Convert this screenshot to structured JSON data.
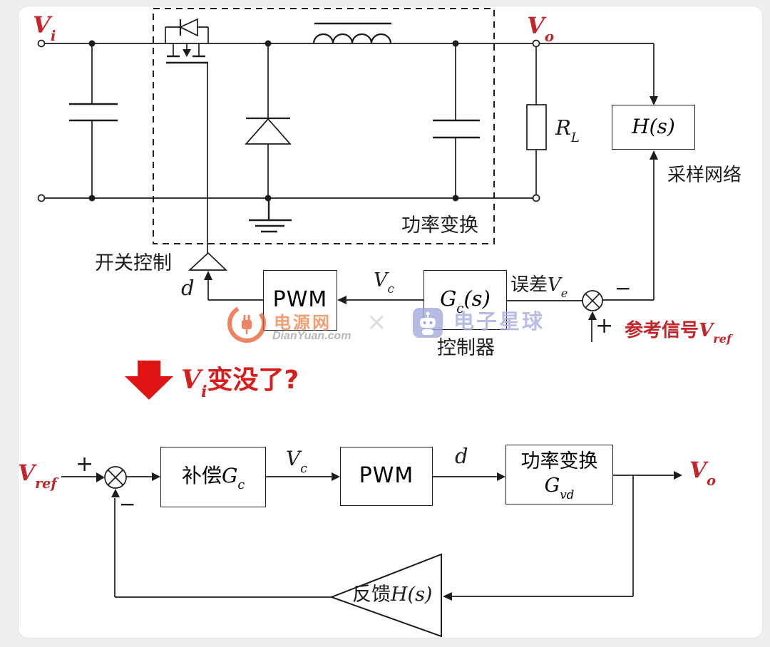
{
  "colors": {
    "line": "#1c1c1c",
    "label_red": "#c3262a",
    "annotation_red": "#e01414",
    "watermark_orange": "#e8653a",
    "watermark_gray": "#b5b5b5",
    "watermark_blue": "#a4aadc"
  },
  "top_circuit": {
    "input_label": {
      "main": "V",
      "sub": "i"
    },
    "output_label": {
      "main": "V",
      "sub": "o"
    },
    "power_stage_label": "功率变换",
    "load_label": {
      "main": "R",
      "sub": "L"
    },
    "sampler_box": "H(s)",
    "sampler_label": "采样网络",
    "switch_control_label": "开关控制",
    "duty_label": "d",
    "pwm_box": "PWM",
    "vc_label": {
      "main": "V",
      "sub": "c"
    },
    "controller_box": {
      "main": "G",
      "sub": "c",
      "suffix": "(s)"
    },
    "controller_label": "控制器",
    "error_label": {
      "prefix": "误差",
      "main": "V",
      "sub": "e"
    },
    "minus": "−",
    "plus": "+",
    "ref_label": {
      "prefix": "参考信号",
      "main": "V",
      "sub": "ref"
    }
  },
  "annotation": {
    "question": {
      "main": "V",
      "sub": "i",
      "suffix": "变没了?"
    }
  },
  "watermarks": {
    "dianyuan": {
      "name": "电源网",
      "domain": "DianYuan.com"
    },
    "separator": "×",
    "ezz": "电子星球"
  },
  "block_diagram": {
    "ref": {
      "main": "V",
      "sub": "ref"
    },
    "plus": "+",
    "minus": "−",
    "compensator": {
      "prefix": "补偿",
      "main": "G",
      "sub": "c"
    },
    "vc": {
      "main": "V",
      "sub": "c"
    },
    "pwm": "PWM",
    "duty": "d",
    "plant": {
      "line1": "功率变换",
      "main": "G",
      "sub": "vd"
    },
    "output": {
      "main": "V",
      "sub": "o"
    },
    "feedback": {
      "prefix": "反馈",
      "main": "H(s)"
    }
  }
}
